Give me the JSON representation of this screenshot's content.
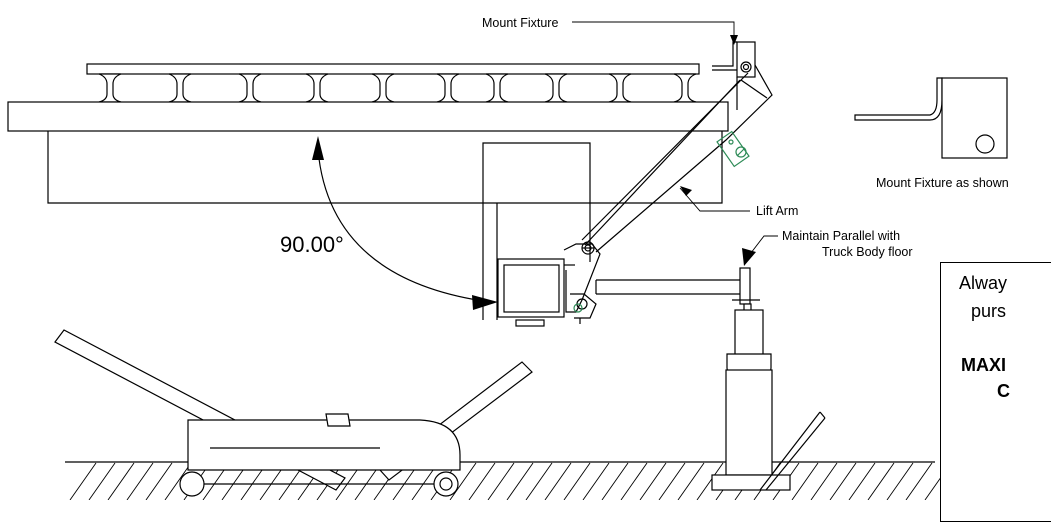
{
  "labels": {
    "mount_fixture": "Mount Fixture",
    "mount_fixture_as_shown": "Mount Fixture as shown",
    "lift_arm": "Lift Arm",
    "maintain_parallel_line1": "Maintain Parallel with",
    "maintain_parallel_line2": "Truck Body floor",
    "angle": "90.00°"
  },
  "warning_box": {
    "line1": "Alway",
    "line2": "purs",
    "line3": "MAXI",
    "line4": "C"
  },
  "colors": {
    "line": "#000000",
    "fixture_highlight": "#2e8b57"
  }
}
